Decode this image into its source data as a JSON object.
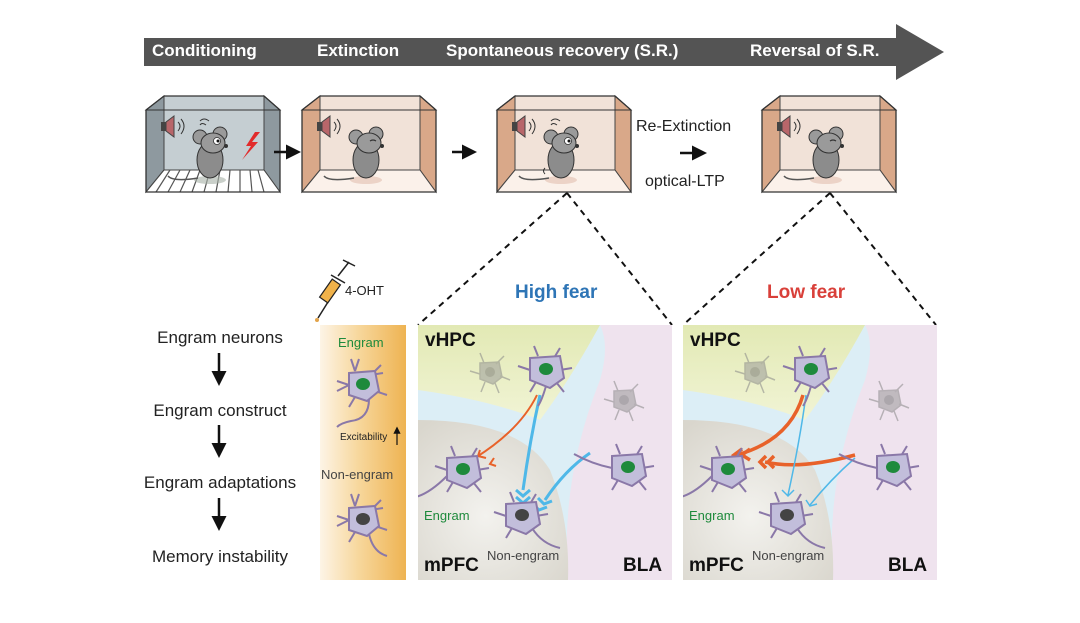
{
  "timeline": {
    "stages": [
      "Conditioning",
      "Extinction",
      "Spontaneous recovery (S.R.)",
      "Reversal of S.R."
    ],
    "arrow_color": "#545454"
  },
  "cages": [
    {
      "name": "conditioning-cage",
      "wall_color": "#b9c2c6",
      "floor": "shock-grid",
      "mouse_state": "startled",
      "shock": true
    },
    {
      "name": "extinction-cage",
      "wall_color": "#d9ab8c",
      "floor": "plain",
      "mouse_state": "calm",
      "shock": false
    },
    {
      "name": "spontaneous-recovery-cage",
      "wall_color": "#d9ab8c",
      "floor": "plain",
      "mouse_state": "startled",
      "shock": false
    },
    {
      "name": "reversal-cage",
      "wall_color": "#d9ab8c",
      "floor": "plain",
      "mouse_state": "calm",
      "shock": false
    }
  ],
  "intervention": {
    "top": "Re-Extinction",
    "bottom": "optical-LTP"
  },
  "flow": {
    "steps": [
      "Engram neurons",
      "Engram construct",
      "Engram adaptations",
      "Memory instability"
    ]
  },
  "injection": {
    "label": "4-OHT",
    "engram_label": "Engram",
    "excitability_label": "Excitability",
    "non_engram_label": "Non-engram"
  },
  "panels": {
    "high": {
      "title": "High fear",
      "title_color": "#2e75b6",
      "regions": {
        "top": "vHPC",
        "bottom_left": "mPFC",
        "bottom_right": "BLA"
      },
      "engram_label": "Engram",
      "non_engram_label": "Non-engram"
    },
    "low": {
      "title": "Low fear",
      "title_color": "#d9403a",
      "regions": {
        "top": "vHPC",
        "bottom_left": "mPFC",
        "bottom_right": "BLA"
      },
      "engram_label": "Engram",
      "non_engram_label": "Non-engram"
    }
  },
  "colors": {
    "engram_green": "#1e8a3c",
    "blue_projection": "#4fb8e8",
    "orange_projection": "#e8622a"
  }
}
